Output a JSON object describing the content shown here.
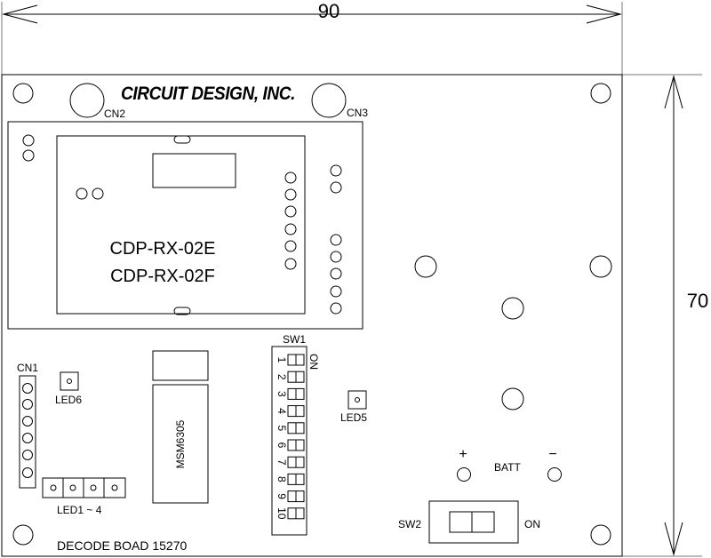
{
  "dimensions": {
    "width": "90",
    "height": "70"
  },
  "logo_text": "CIRCUIT DESIGN, INC.",
  "connectors": {
    "cn1": "CN1",
    "cn2": "CN2",
    "cn3": "CN3"
  },
  "module": {
    "line1": "CDP-RX-02E",
    "line2": "CDP-RX-02F"
  },
  "chip": "MSM6305",
  "switch1": {
    "label": "SW1",
    "on_label": "ON",
    "positions": [
      "1",
      "2",
      "3",
      "4",
      "5",
      "6",
      "7",
      "8",
      "9",
      "10"
    ]
  },
  "leds": {
    "led6": "LED6",
    "led5": "LED5",
    "led_group": "LED1 ~ 4"
  },
  "battery": {
    "label": "BATT",
    "plus": "+",
    "minus": "−"
  },
  "switch2": {
    "label": "SW2",
    "on_label": "ON"
  },
  "board_name": "DECODE BOAD 15270"
}
